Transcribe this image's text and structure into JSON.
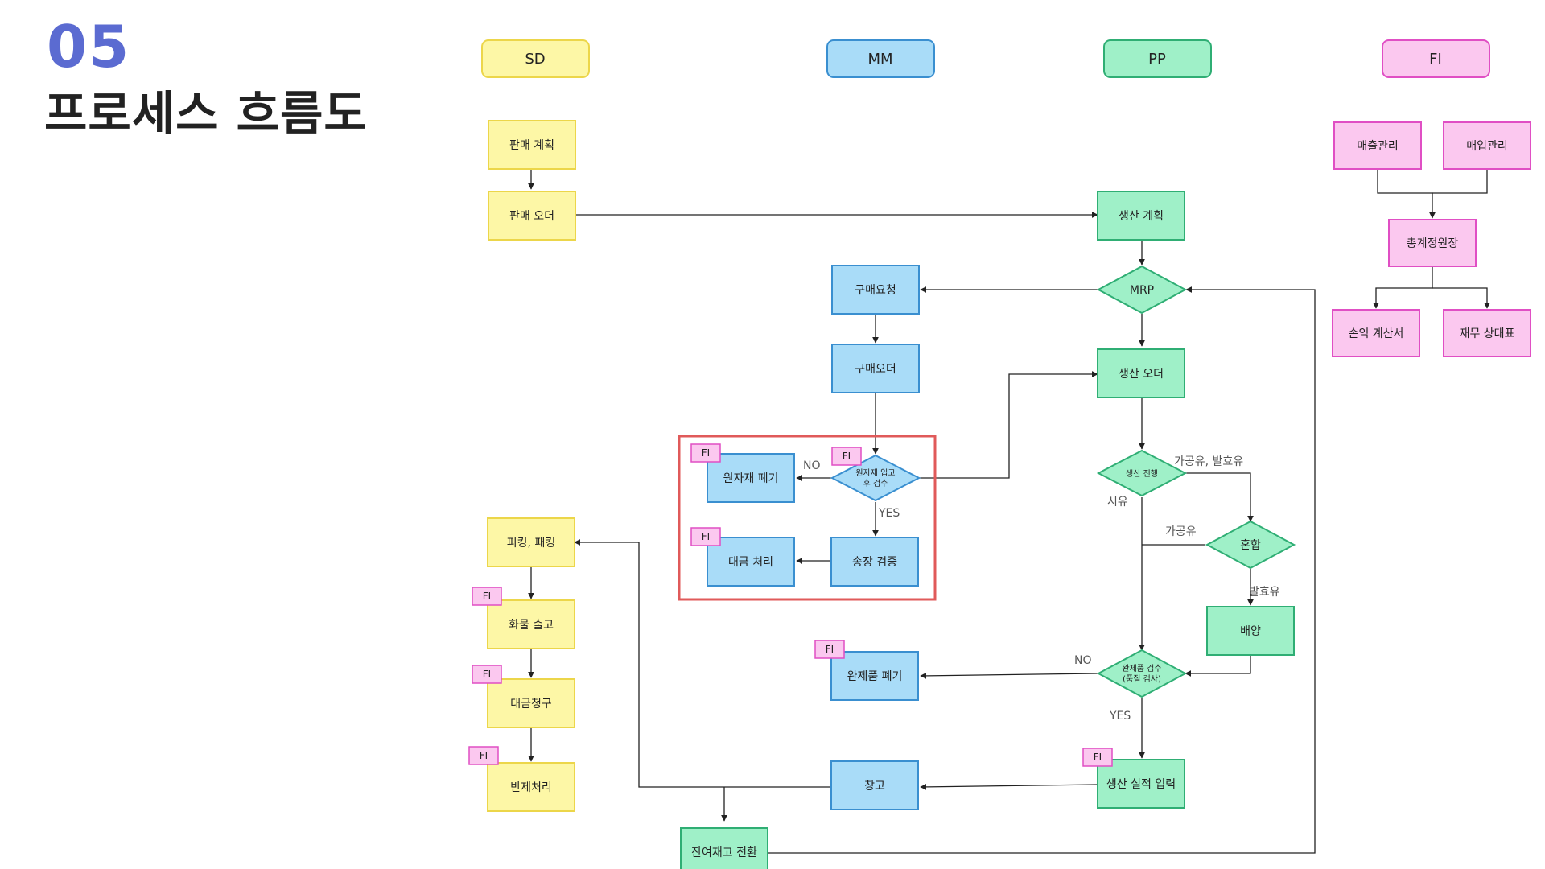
{
  "header": {
    "section_number": "05",
    "title": "프로세스 흐름도"
  },
  "lanes": {
    "sd": "SD",
    "mm": "MM",
    "pp": "PP",
    "fi": "FI"
  },
  "nodes": {
    "sd_plan": "판매 계획",
    "sd_order": "판매 오더",
    "sd_picking": "피킹, 패킹",
    "sd_goods_issue": "화물 출고",
    "sd_billing": "대금청구",
    "sd_return": "반제처리",
    "mm_pr": "구매요청",
    "mm_po": "구매오더",
    "mm_gr_inspect_l1": "원자재 입고",
    "mm_gr_inspect_l2": "후 검수",
    "mm_raw_dispose": "원자재 폐기",
    "mm_invoice_verify": "송장 검증",
    "mm_payment": "대금 처리",
    "mm_fg_dispose": "완제품 폐기",
    "mm_warehouse": "창고",
    "mm_stock_convert": "잔여재고 전환",
    "pp_plan": "생산 계획",
    "pp_mrp": "MRP",
    "pp_order": "생산 오더",
    "pp_progress": "생산 진행",
    "pp_blend": "혼합",
    "pp_culture": "배양",
    "pp_fg_inspect_l1": "완제품 검수",
    "pp_fg_inspect_l2": "(품질 검사)",
    "pp_confirm": "생산 실적 입력",
    "fi_sales": "매출관리",
    "fi_purchase": "매입관리",
    "fi_gl": "총계정원장",
    "fi_pl": "손익 계산서",
    "fi_bs": "재무 상태표"
  },
  "edge_labels": {
    "no_raw": "NO",
    "yes_raw": "YES",
    "processed_fermented": "가공유, 발효유",
    "raw_milk": "시유",
    "processed": "가공유",
    "fermented": "발효유",
    "no_fg": "NO",
    "yes_fg": "YES"
  },
  "fi_tag": "FI",
  "colors": {
    "sd_fill": "#fdf7a6",
    "sd_stroke": "#ecd64a",
    "mm_fill": "#a9dcf8",
    "mm_stroke": "#3a8fd0",
    "pp_fill": "#9ff0c8",
    "pp_stroke": "#2fae74",
    "fi_fill": "#fbc8ef",
    "fi_stroke": "#e04fc4",
    "highlight": "#e05a5a",
    "title_accent": "#5b6bd1"
  }
}
